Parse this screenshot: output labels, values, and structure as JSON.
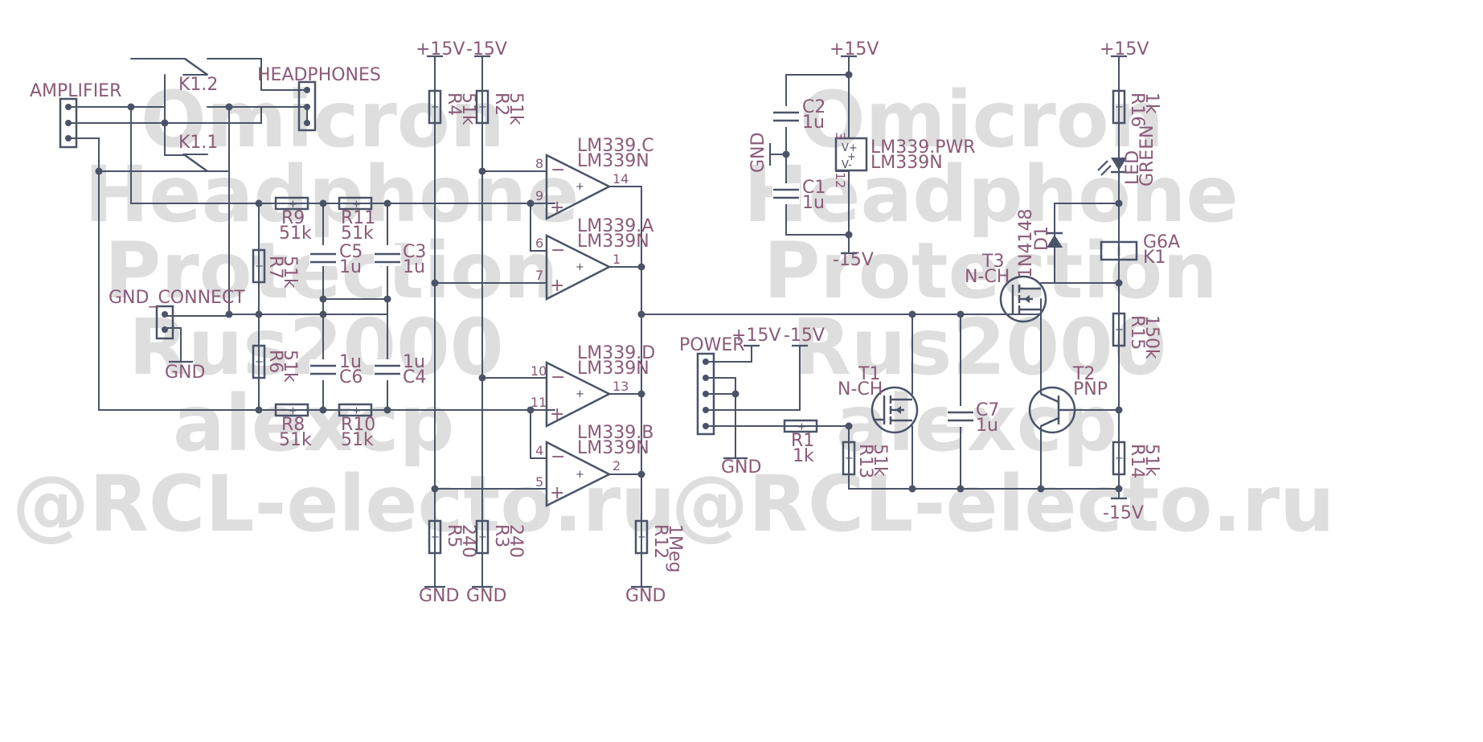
{
  "watermark": {
    "left": [
      "Omicron",
      "Headphone",
      "Protection",
      "Rus2000",
      "alexcp",
      "@RCL-electo.ru"
    ],
    "right": [
      "Omicron",
      "Headphone",
      "Protection",
      "Rus2000",
      "alexcp",
      "@RCL-electo.ru"
    ]
  },
  "connectors": {
    "amplifier": "AMPLIFIER",
    "headphones": "HEADPHONES",
    "gnd_connect": "GND_CONNECT",
    "power": "POWER"
  },
  "rails": {
    "p15": "+15V",
    "m15": "-15V",
    "gnd": "GND"
  },
  "relay": {
    "k12": "K1.2",
    "k11": "K1.1",
    "coil_name": "G6A",
    "coil_ref": "K1"
  },
  "resistors": {
    "r1": {
      "name": "R1",
      "value": "1k"
    },
    "r2": {
      "name": "R2",
      "value": "51k"
    },
    "r3": {
      "name": "R3",
      "value": "240"
    },
    "r4": {
      "name": "R4",
      "value": "51k"
    },
    "r5": {
      "name": "R5",
      "value": "240"
    },
    "r6": {
      "name": "R6",
      "value": "51k"
    },
    "r7": {
      "name": "R7",
      "value": "51k"
    },
    "r8": {
      "name": "R8",
      "value": "51k"
    },
    "r9": {
      "name": "R9",
      "value": "51k"
    },
    "r10": {
      "name": "R10",
      "value": "51k"
    },
    "r11": {
      "name": "R11",
      "value": "51k"
    },
    "r12": {
      "name": "R12",
      "value": "1Meg"
    },
    "r13": {
      "name": "R13",
      "value": "51k"
    },
    "r14": {
      "name": "R14",
      "value": "51k"
    },
    "r15": {
      "name": "R15",
      "value": "150k"
    },
    "r16": {
      "name": "R16",
      "value": "1k"
    }
  },
  "capacitors": {
    "c1": {
      "name": "C1",
      "value": "1u"
    },
    "c2": {
      "name": "C2",
      "value": "1u"
    },
    "c3": {
      "name": "C3",
      "value": "1u"
    },
    "c4": {
      "name": "C4",
      "value": "1u"
    },
    "c5": {
      "name": "C5",
      "value": "1u"
    },
    "c6": {
      "name": "C6",
      "value": "1u"
    },
    "c7": {
      "name": "C7",
      "value": "1u"
    }
  },
  "comparators": {
    "c": {
      "name": "LM339.C",
      "part": "LM339N",
      "pin_minus": "8",
      "pin_plus": "9",
      "pin_out": "14"
    },
    "a": {
      "name": "LM339.A",
      "part": "LM339N",
      "pin_minus": "6",
      "pin_plus": "7",
      "pin_out": "1"
    },
    "d": {
      "name": "LM339.D",
      "part": "LM339N",
      "pin_minus": "10",
      "pin_plus": "11",
      "pin_out": "13"
    },
    "b": {
      "name": "LM339.B",
      "part": "LM339N",
      "pin_minus": "4",
      "pin_plus": "5",
      "pin_out": "2"
    },
    "pwr": {
      "name": "LM339.PWR",
      "part": "LM339N",
      "pin_vplus": "3",
      "pin_vminus": "12",
      "vplus": "V+",
      "vminus": "V-"
    }
  },
  "semis": {
    "t1": {
      "name": "T1",
      "type": "N-CH"
    },
    "t2": {
      "name": "T2",
      "type": "PNP"
    },
    "t3": {
      "name": "T3",
      "type": "N-CH"
    },
    "d1": {
      "name": "D1",
      "part": "1N4148"
    },
    "led": {
      "name": "LED",
      "color": "GREEN"
    }
  }
}
